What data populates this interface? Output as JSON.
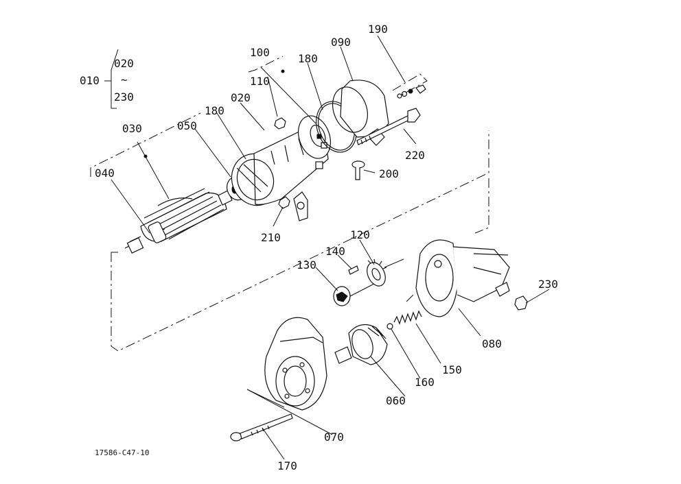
{
  "labels": {
    "p010": "010",
    "p020a": "020",
    "p230a": "230",
    "p030": "030",
    "p040": "040",
    "p050": "050",
    "p180a": "180",
    "p020b": "020",
    "p110": "110",
    "p100": "100",
    "p180b": "180",
    "p090": "090",
    "p190": "190",
    "p220": "220",
    "p200": "200",
    "p210": "210",
    "p120": "120",
    "p140": "140",
    "p130": "130",
    "p230b": "230",
    "p080": "080",
    "p150": "150",
    "p160": "160",
    "p060": "060",
    "p070": "070",
    "p170": "170"
  },
  "reference_code": "17586-C47-10",
  "symbols": {
    "tilde": "~"
  }
}
